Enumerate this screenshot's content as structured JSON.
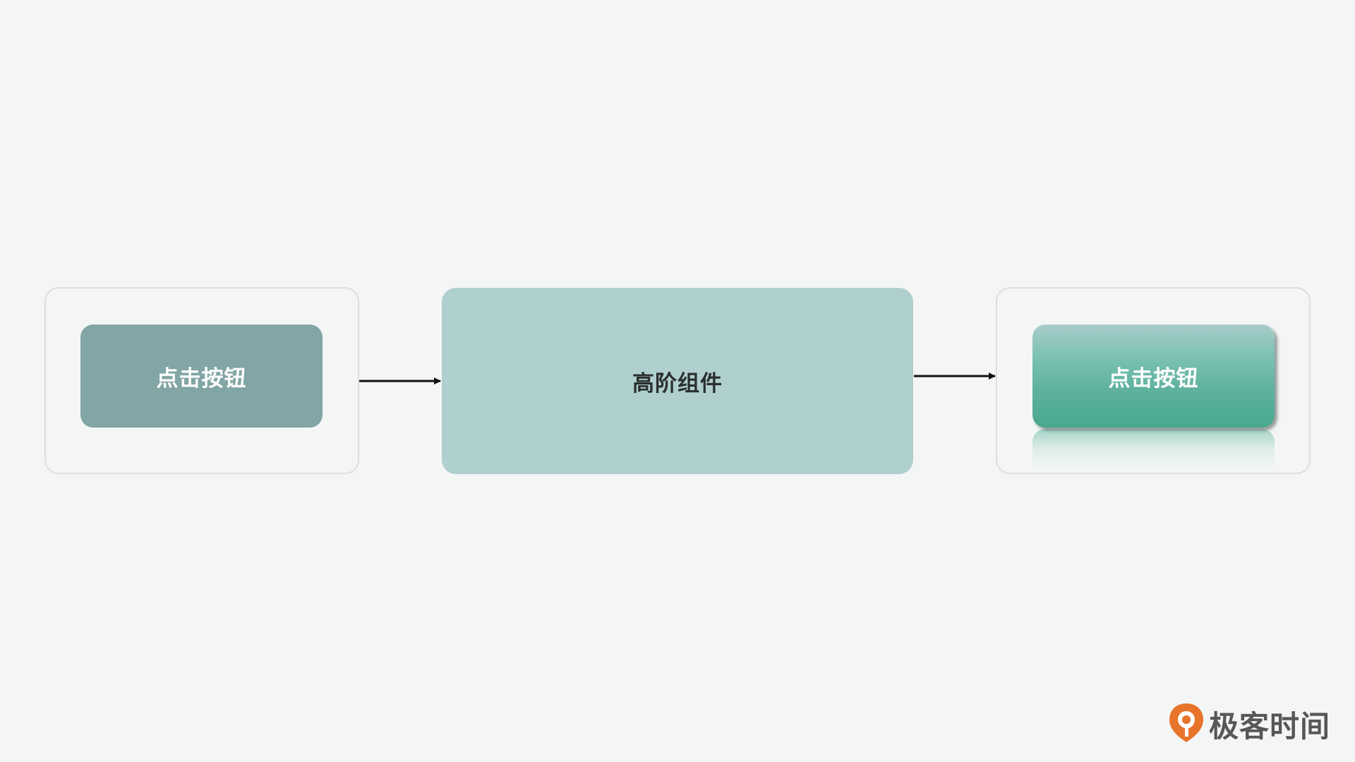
{
  "diagram": {
    "input_button_label": "点击按钮",
    "hoc_label": "高阶组件",
    "output_button_label": "点击按钮"
  },
  "brand": {
    "name": "极客时间",
    "logo_icon": "geektime-logo-icon",
    "logo_color": "#e8742c"
  },
  "colors": {
    "background": "#f4f6f5",
    "plain_button": "#82a5a5",
    "hoc_box": "#b0cfcf",
    "enhanced_button_top": "#a8cccb",
    "enhanced_button_bottom": "#48a88e"
  }
}
